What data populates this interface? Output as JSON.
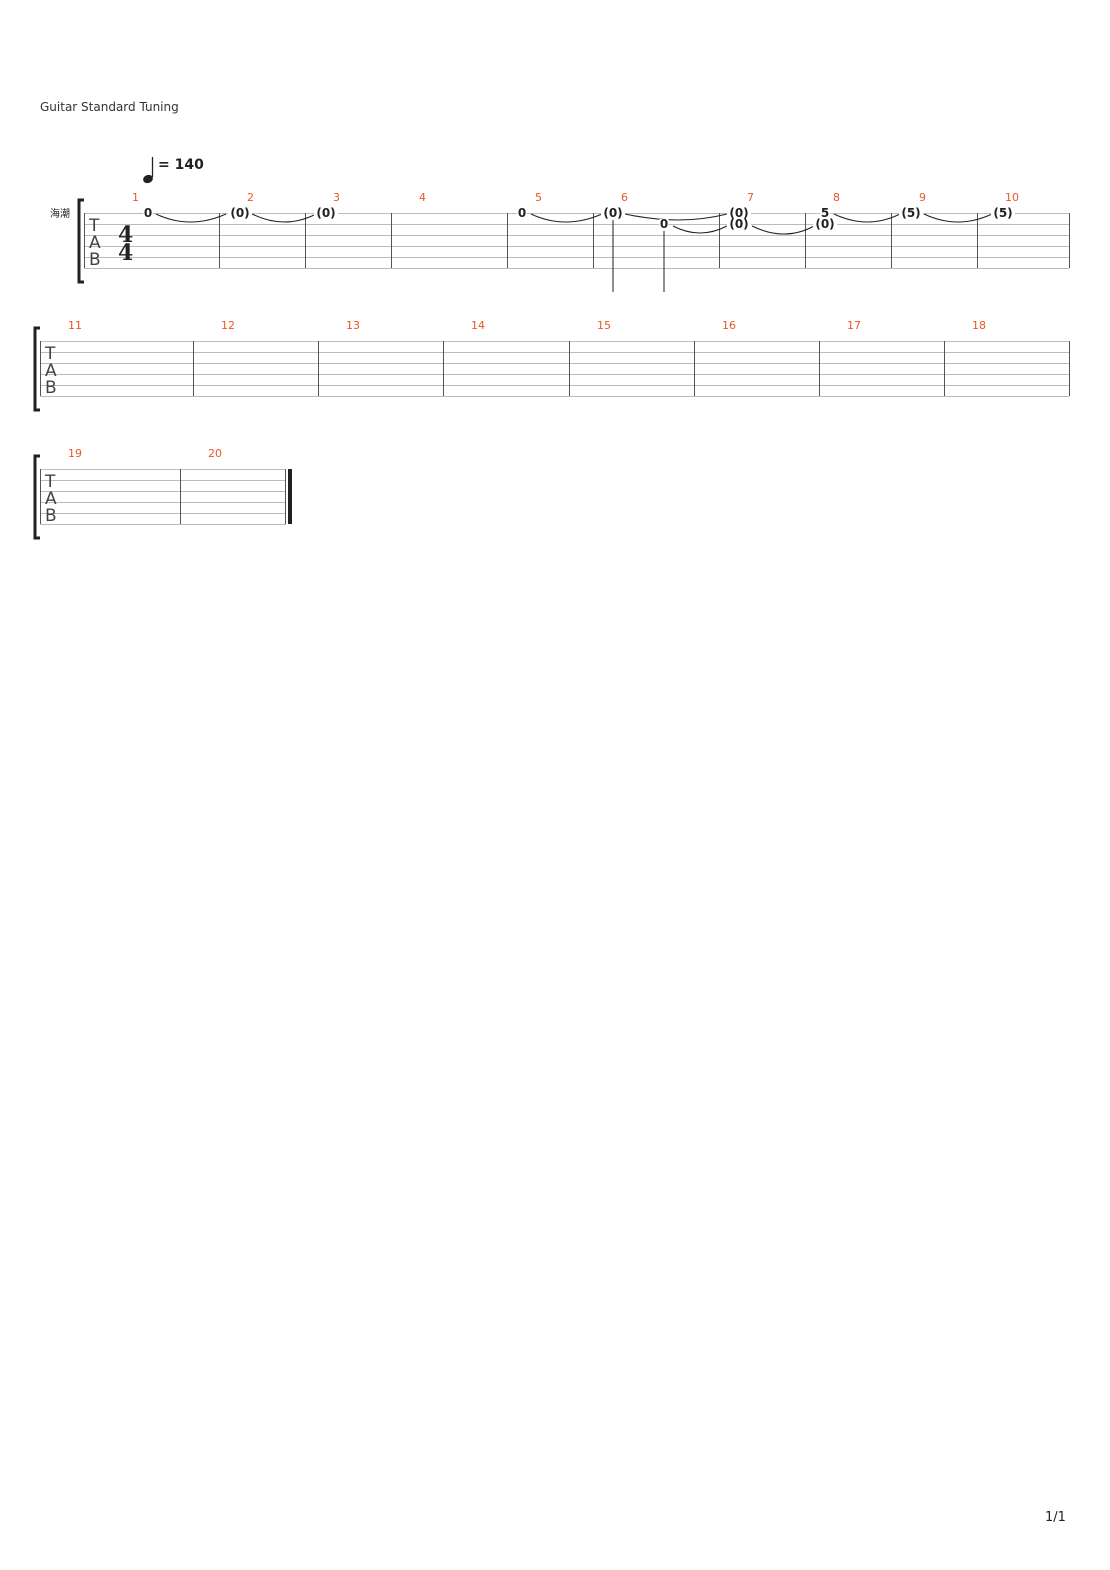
{
  "header": {
    "tuning_label": "Guitar Standard Tuning"
  },
  "track": {
    "name": "海潮"
  },
  "tempo": {
    "symbol": "quarter-note",
    "label": "= 140"
  },
  "time_signature": {
    "numerator": "4",
    "denominator": "4"
  },
  "tab_letters": [
    "T",
    "A",
    "B"
  ],
  "systems": [
    {
      "measures": [
        {
          "number": "1",
          "notes": [
            {
              "string": 1,
              "fret": "0"
            }
          ]
        },
        {
          "number": "2",
          "notes": [
            {
              "string": 1,
              "fret": "(0)"
            }
          ]
        },
        {
          "number": "3",
          "notes": [
            {
              "string": 1,
              "fret": "(0)"
            }
          ]
        },
        {
          "number": "4",
          "notes": []
        },
        {
          "number": "5",
          "notes": [
            {
              "string": 1,
              "fret": "0"
            }
          ]
        },
        {
          "number": "6",
          "notes": [
            {
              "string": 1,
              "fret": "(0)"
            },
            {
              "string": 2,
              "fret": "0"
            }
          ]
        },
        {
          "number": "7",
          "notes": [
            {
              "string": 1,
              "fret": "(0)"
            },
            {
              "string": 2,
              "fret": "(0)"
            }
          ]
        },
        {
          "number": "8",
          "notes": [
            {
              "string": 1,
              "fret": "5"
            },
            {
              "string": 2,
              "fret": "(0)"
            }
          ]
        },
        {
          "number": "9",
          "notes": [
            {
              "string": 1,
              "fret": "(5)"
            }
          ]
        },
        {
          "number": "10",
          "notes": [
            {
              "string": 1,
              "fret": "(5)"
            }
          ]
        }
      ]
    },
    {
      "measures": [
        {
          "number": "11",
          "notes": []
        },
        {
          "number": "12",
          "notes": []
        },
        {
          "number": "13",
          "notes": []
        },
        {
          "number": "14",
          "notes": []
        },
        {
          "number": "15",
          "notes": []
        },
        {
          "number": "16",
          "notes": []
        },
        {
          "number": "17",
          "notes": []
        },
        {
          "number": "18",
          "notes": []
        }
      ]
    },
    {
      "measures": [
        {
          "number": "19",
          "notes": []
        },
        {
          "number": "20",
          "notes": []
        }
      ]
    }
  ],
  "footer": {
    "page_label": "1/1"
  },
  "colors": {
    "measure_number": "#e8572a",
    "staff_line": "#bbbbbb",
    "barline": "#555555"
  }
}
